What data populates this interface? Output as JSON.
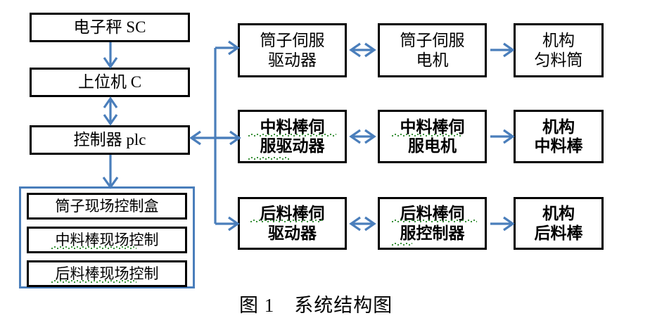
{
  "figure": {
    "caption": "图 1　系统结构图",
    "accent_blue": "#4a7ebb",
    "box_border": "#000000",
    "spellcheck_underline": "#2e8b2e"
  },
  "left_column": {
    "items": [
      {
        "id": "scale",
        "label": "电子秤 SC"
      },
      {
        "id": "host-pc",
        "label": "上位机 C"
      },
      {
        "id": "controller",
        "label": "控制器 plc"
      }
    ]
  },
  "field_control_group": {
    "items": [
      {
        "id": "bobbin-field-control-box",
        "label": "筒子现场控制盒"
      },
      {
        "id": "mid-rod-field-control",
        "label": "中料棒现场控制"
      },
      {
        "id": "rear-rod-field-control",
        "label": "后料棒现场控制"
      }
    ]
  },
  "servo_rows": [
    {
      "id": "bobbin-row",
      "bold": false,
      "driver": "筒子伺服\n驱动器",
      "motor": "筒子伺服\n电机",
      "mechanism": "机构\n匀料筒"
    },
    {
      "id": "mid-rod-row",
      "bold": true,
      "driver": "中料棒伺\n服驱动器",
      "motor": "中料棒伺\n服电机",
      "mechanism": "机构\n中料棒"
    },
    {
      "id": "rear-rod-row",
      "bold": true,
      "driver": "后料棒伺\n驱动器",
      "motor": "后料棒伺\n服控制器",
      "mechanism": "机构\n后料棒"
    }
  ],
  "connectors": [
    {
      "id": "scale-to-host",
      "kind": "arrow-down"
    },
    {
      "id": "host-to-controller",
      "kind": "arrow-updown"
    },
    {
      "id": "controller-to-field",
      "kind": "arrow-down"
    },
    {
      "id": "controller-to-bus",
      "kind": "arrow-leftright"
    },
    {
      "id": "bus-to-bobbin-row",
      "kind": "arrow-right"
    },
    {
      "id": "bus-to-mid-rod-row",
      "kind": "arrow-right"
    },
    {
      "id": "bus-to-rear-rod-row",
      "kind": "arrow-right"
    },
    {
      "id": "bobbin-driver-motor",
      "kind": "arrow-leftright"
    },
    {
      "id": "bobbin-motor-mech",
      "kind": "arrow-right"
    },
    {
      "id": "mid-driver-motor",
      "kind": "arrow-leftright"
    },
    {
      "id": "mid-motor-mech",
      "kind": "arrow-right"
    },
    {
      "id": "rear-driver-motor",
      "kind": "arrow-leftright"
    },
    {
      "id": "rear-motor-mech",
      "kind": "arrow-right"
    }
  ]
}
